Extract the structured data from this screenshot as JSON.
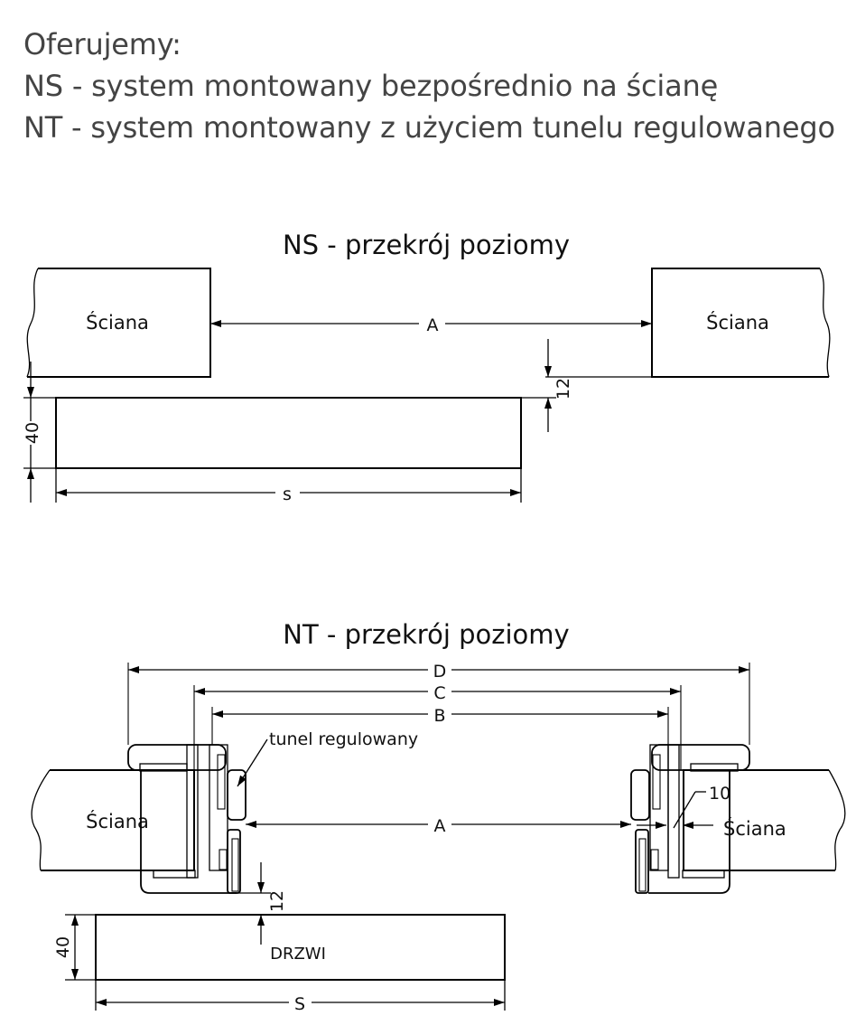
{
  "intro": {
    "heading": "Oferujemy:",
    "line_ns": "NS - system montowany bezpośrednio na ścianę",
    "line_nt": "NT - system montowany z użyciem tunelu regulowanego"
  },
  "ns_section": {
    "title": "NS - przekrój poziomy",
    "wall_left_label": "Ściana",
    "wall_right_label": "Ściana",
    "dim_opening": "A",
    "dim_gap": "12",
    "dim_thickness": "40",
    "dim_door_width": "s"
  },
  "nt_section": {
    "title": "NT - przekrój poziomy",
    "wall_left_label": "Ściana",
    "wall_right_label": "Ściana",
    "tunnel_label": "tunel regulowany",
    "door_label": "DRZWI",
    "dim_a": "A",
    "dim_b": "B",
    "dim_c": "C",
    "dim_d": "D",
    "dim_gap": "12",
    "dim_thickness": "40",
    "dim_door_width": "S",
    "dim_tunnel_offset": "10"
  }
}
